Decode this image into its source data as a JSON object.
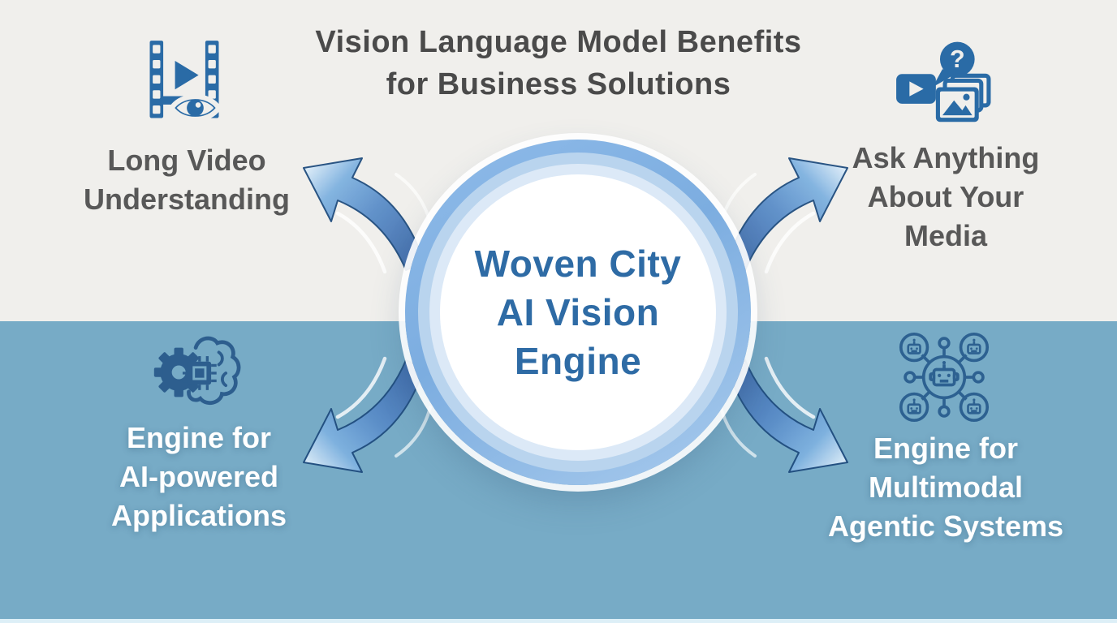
{
  "title": {
    "line1": "Vision Language Model Benefits",
    "line2": "for Business Solutions"
  },
  "center_circle": {
    "line1": "Woven City",
    "line2": "AI Vision",
    "line3": "Engine"
  },
  "quadrants": {
    "top_left": {
      "icon": "film-play-eye-icon",
      "lines": [
        "Long Video",
        "Understanding"
      ]
    },
    "top_right": {
      "icon": "video-question-images-icon",
      "lines": [
        "Ask Anything",
        "About Your",
        "Media"
      ],
      "bubble_glyph": "?"
    },
    "bottom_left": {
      "icon": "gear-brain-chip-icon",
      "lines": [
        "Engine for",
        "AI-powered",
        "Applications"
      ]
    },
    "bottom_right": {
      "icon": "robot-network-icon",
      "lines": [
        "Engine for",
        "Multimodal",
        "Agentic Systems"
      ]
    }
  },
  "colors": {
    "background_top": "#f0efec",
    "background_bottom": "#77abc6",
    "bottom_edge_strip": "#ddeff7",
    "accent_icon_blue": "#2a6ba6",
    "dark_icon_blue": "#2d5e8e",
    "robot_icon_blue": "#2d6191",
    "center_text_blue": "#2e6ba5",
    "title_text": "#4a4a4a",
    "corner_text_top": "#585858",
    "corner_text_bottom": "#ffffff",
    "arrow_dark": "#3c68a8",
    "arrow_light": "#e2f0fb",
    "circle_ring_outer": "#7cade0",
    "circle_ring_mid": "#b9d4ee",
    "circle_ring_inner": "#dce9f7"
  }
}
